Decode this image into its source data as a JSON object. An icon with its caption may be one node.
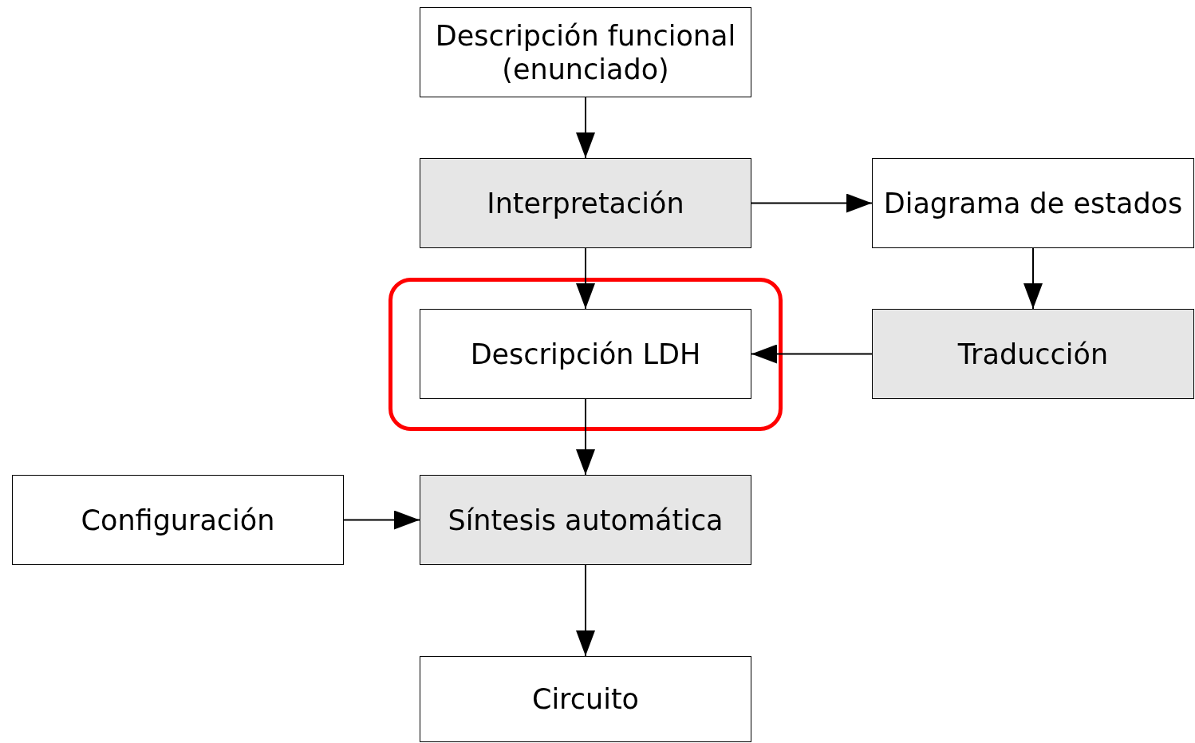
{
  "diagram": {
    "nodes": [
      {
        "text": [
          "Descripción funcional (enunciado)"
        ]
      },
      {
        "text": [
          "Interpretación"
        ]
      },
      {
        "text": [
          "Diagrama de estados"
        ]
      },
      {
        "text": [],
        "shape": "box"
      },
      {
        "text": [
          "Descripción LDH"
        ],
        "in": 3
      },
      {
        "text": [
          "Traducción"
        ]
      },
      {
        "text": [
          "Configuración"
        ]
      },
      {
        "text": [
          "Síntesis automática"
        ]
      },
      {
        "text": [
          "Circuito"
        ]
      }
    ],
    "edges": [
      {
        "from": 0,
        "to": 1,
        "arrow": "to"
      },
      {
        "from": 1,
        "to": 2,
        "arrow": "to"
      },
      {
        "from": 1,
        "to": 4,
        "arrow": "to"
      },
      {
        "from": 2,
        "to": 5,
        "arrow": "to"
      },
      {
        "from": 5,
        "to": 4,
        "arrow": "to"
      },
      {
        "from": 4,
        "to": 7,
        "arrow": "to"
      },
      {
        "from": 6,
        "to": 7,
        "arrow": "to"
      },
      {
        "from": 7,
        "to": 8,
        "arrow": "to"
      }
    ]
  }
}
